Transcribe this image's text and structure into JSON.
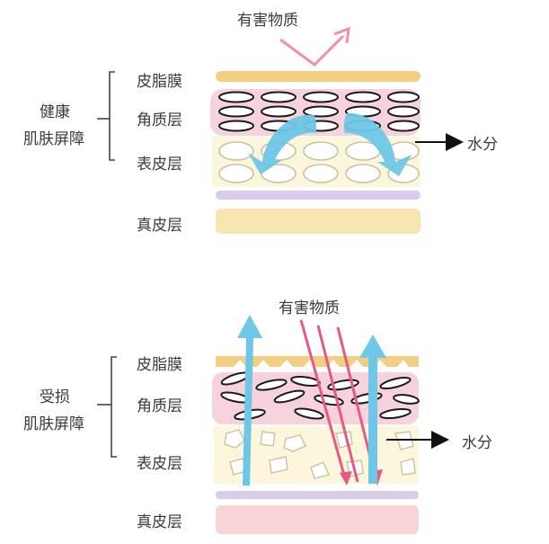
{
  "top_panel": {
    "group_label_line1": "健康",
    "group_label_line2": "肌肤屏障",
    "harmful_label": "有害物质",
    "water_label": "水分",
    "layers": {
      "sebum": "皮脂膜",
      "stratum": "角质层",
      "epidermis": "表皮层",
      "dermis": "真皮层"
    }
  },
  "bottom_panel": {
    "group_label_line1": "受损",
    "group_label_line2": "肌肤屏障",
    "harmful_label": "有害物质",
    "water_label": "水分",
    "layers": {
      "sebum": "皮脂膜",
      "stratum": "角质层",
      "epidermis": "表皮层",
      "dermis": "真皮层"
    }
  },
  "colors": {
    "sebum": "#f3cf86",
    "stratum": "#f6d2dc",
    "epidermis": "#fbf6dc",
    "divider": "#d8cdea",
    "dermis_top": "#f7e6b2",
    "dermis_bottom": "#f8d6d8",
    "water_arrow": "#6ec7e6",
    "harmful_arrow": "#e55a82",
    "harmful_arrow_top": "#ee6f8f"
  }
}
